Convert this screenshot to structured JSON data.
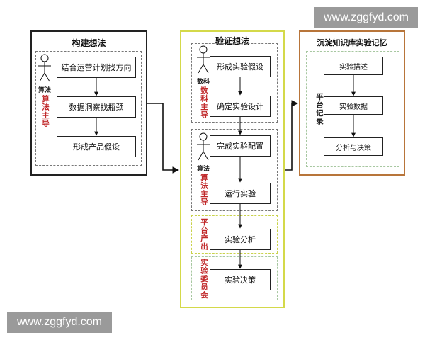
{
  "watermark": "www.zggfyd.com",
  "panels": {
    "build": {
      "title": "构建想法",
      "actor": "算法",
      "role_vertical": "算法主导",
      "steps": [
        "结合运营计划找方向",
        "数据洞察找瓶颈",
        "形成产品假设"
      ]
    },
    "verify": {
      "title": "验证想法",
      "sections": [
        {
          "actor": "数科",
          "role_vertical": "数科主导",
          "steps": [
            "形成实验假设",
            "确定实验设计"
          ]
        },
        {
          "actor": "算法",
          "role_vertical": "算法主导",
          "steps": [
            "完成实验配置",
            "运行实验"
          ]
        },
        {
          "role_vertical": "平台产出",
          "steps": [
            "实验分析"
          ]
        },
        {
          "role_vertical": "实验委员会",
          "steps": [
            "实验决策"
          ]
        }
      ]
    },
    "store": {
      "title": "沉淀知识库实验记忆",
      "role_vertical": "平台记录",
      "steps": [
        "实验描述",
        "实验数据",
        "分析与决策"
      ]
    }
  },
  "colors": {
    "yellow_border": "#d4d94a",
    "orange_border": "#b8753a",
    "red_text": "#c0282a"
  }
}
